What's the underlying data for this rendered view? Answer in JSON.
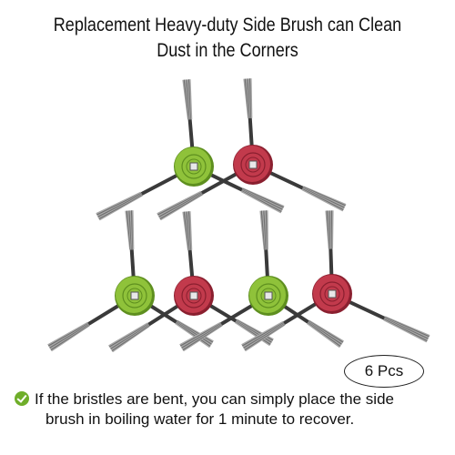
{
  "product": {
    "title_line1": "Replacement Heavy-duty Side Brush can Clean",
    "title_line2": "Dust in the Corners",
    "quantity_badge": "6 Pcs",
    "tip_line1": "If the bristles are bent, you can simply place the side",
    "tip_line2": "brush in boiling water for 1 minute to recover.",
    "tip_icon": "check-circle-icon"
  },
  "colors": {
    "hub_green": "#8fc23a",
    "hub_red": "#c23a4c",
    "arm": "#3a3a3a",
    "bristle": "#8a8a8a",
    "check": "#6fae2a"
  },
  "brushes": [
    {
      "label": "side-brush-green-top",
      "color": "green"
    },
    {
      "label": "side-brush-red-top",
      "color": "red"
    },
    {
      "label": "side-brush-green-bottom-1",
      "color": "green"
    },
    {
      "label": "side-brush-red-bottom-1",
      "color": "red"
    },
    {
      "label": "side-brush-green-bottom-2",
      "color": "green"
    },
    {
      "label": "side-brush-red-bottom-2",
      "color": "red"
    }
  ]
}
